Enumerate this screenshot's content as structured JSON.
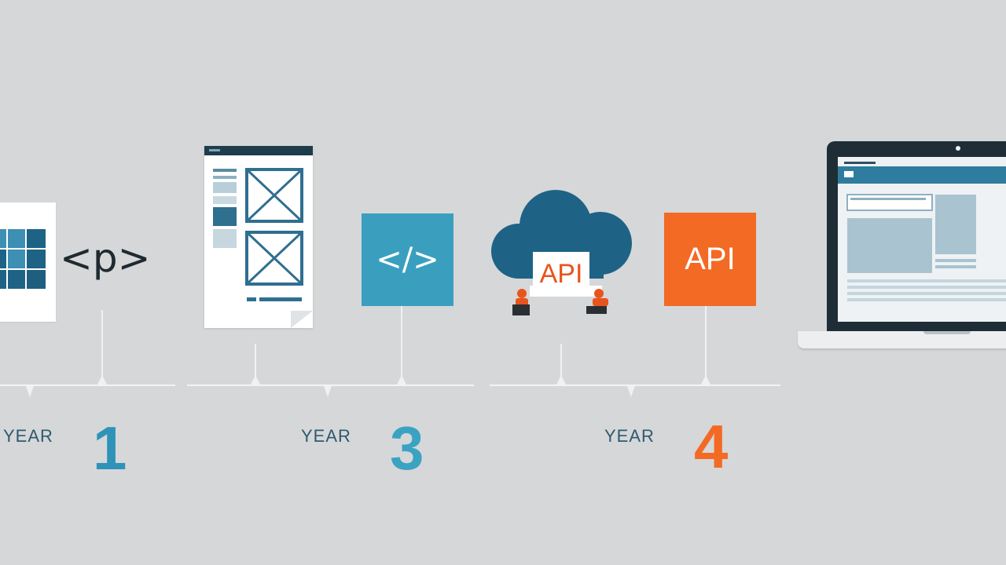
{
  "stages": {
    "p_tag": "<p>",
    "code": "</>",
    "cloud_api": "API",
    "api": "API"
  },
  "milestones": [
    {
      "label": "YEAR",
      "number": "1",
      "color": "#2f93b8"
    },
    {
      "label": "YEAR",
      "number": "3",
      "color": "#3aa3c2"
    },
    {
      "label": "YEAR",
      "number": "4",
      "color": "#f26a24"
    }
  ],
  "colors": {
    "background": "#d6d7d9",
    "teal_dark": "#1e5f80",
    "teal": "#3a9fbf",
    "orange": "#f26a24",
    "navy": "#1e3c4b"
  },
  "icons": [
    "windows-grid-icon",
    "wireframe-document-icon",
    "code-icon",
    "cloud-icon",
    "people-icon",
    "laptop-icon"
  ]
}
